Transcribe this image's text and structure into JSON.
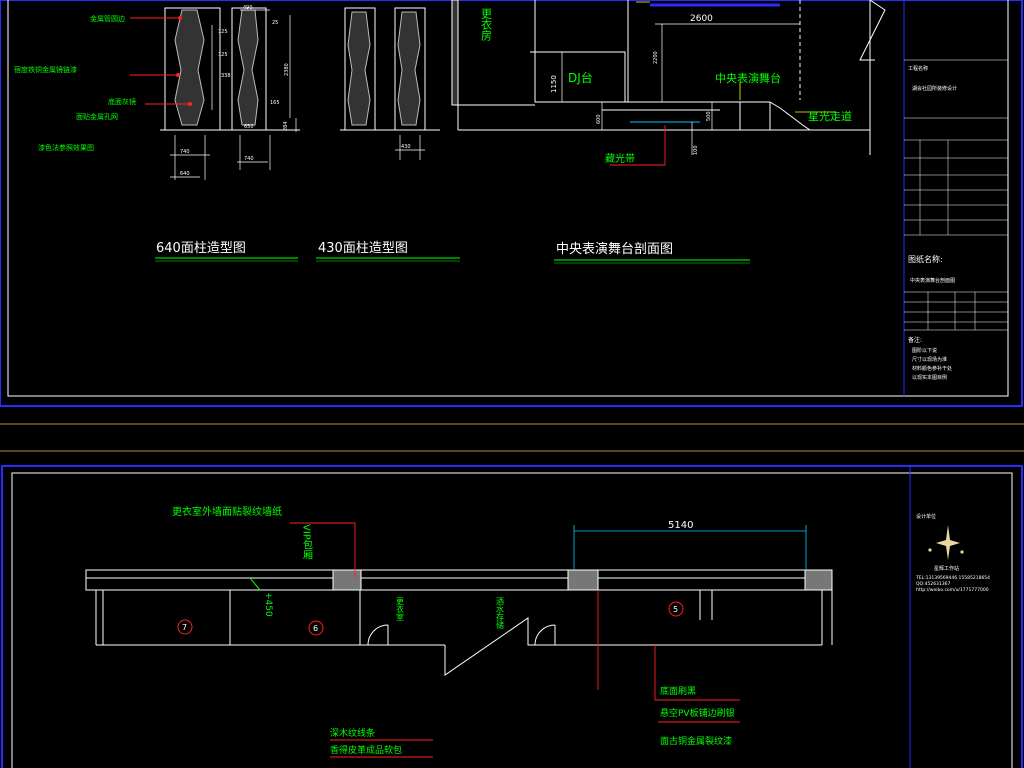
{
  "colors": {
    "background": "#000000",
    "frame_blue": "#2a2aff",
    "frame_white": "#ffffff",
    "label_green": "#00ff00",
    "dim_white": "#ffffff",
    "leader_red": "#ff2020",
    "dim_cyan": "#00c8ff",
    "leader_yellow": "#ffff00",
    "separator_tan": "#b08a3a"
  },
  "top_sheet": {
    "column_labels": {
      "metal_edge": "金属管圆边",
      "metal_mesh_lacquer": "宿度铁铜金属镜链漆",
      "bottom_mirror": "底面灰镜",
      "mesh_surface": "面贴金属孔网",
      "paint_ref": "漆色法参照效果图"
    },
    "column_dims": {
      "d490": "490",
      "d125a": "125",
      "d125b": "125",
      "d338": "338",
      "d165": "165",
      "d2380": "2380",
      "d650": "650",
      "d284": "284",
      "d740a": "740",
      "d640": "640",
      "d740b": "740",
      "d430": "430",
      "d25": "25"
    },
    "stage_labels": {
      "changing_room": "更衣房",
      "dj_booth": "DJ台",
      "central_stage": "中央表演舞台",
      "star_walkway": "星光走道",
      "hidden_light": "藏光带"
    },
    "stage_dims": {
      "d2600": "2600",
      "d2200": "2200",
      "d1150": "1150",
      "d600": "600",
      "d500": "500",
      "d100": "100"
    },
    "titles": {
      "col640": "640面柱造型图",
      "col430": "430面柱造型图",
      "stage_section": "中央表演舞台剖面图"
    },
    "title_block": {
      "project_label": "工程名称",
      "project_name": "湖会社园所装修设计",
      "drawing_name_label": "图纸名称:",
      "drawing_name": "中央表演舞台剖面图",
      "notes_label": "备注:",
      "notes": [
        "图阶以下说",
        "尺寸以现场为准",
        "材料颜色参补干处",
        "以现实本图目例"
      ]
    }
  },
  "bottom_sheet": {
    "labels": {
      "wall_note": "更衣室外墙面贴裂纹墙纸",
      "vip_box": "VIP包厢",
      "plus450": "+450",
      "changing_room": "更衣室",
      "bar_storage": "酒水存储",
      "bottom_ceiling": "底面刷黑",
      "pv_board": "悬空PV板铺边刷银",
      "bronze": "面古铜金属裂纹漆",
      "wood_line": "深木纹线条",
      "leather": "香得皮革成品软包"
    },
    "dims": {
      "d5140": "5140"
    },
    "circles": [
      "7",
      "6",
      "5"
    ],
    "title_block": {
      "design_label": "设计单位",
      "studio": "星辉工作站",
      "contact_line1": "TEL:13139569446  15585218654",
      "contact_line2": "QQ:452631367",
      "contact_line3": "http://weibo.com/u/1771777000"
    }
  }
}
